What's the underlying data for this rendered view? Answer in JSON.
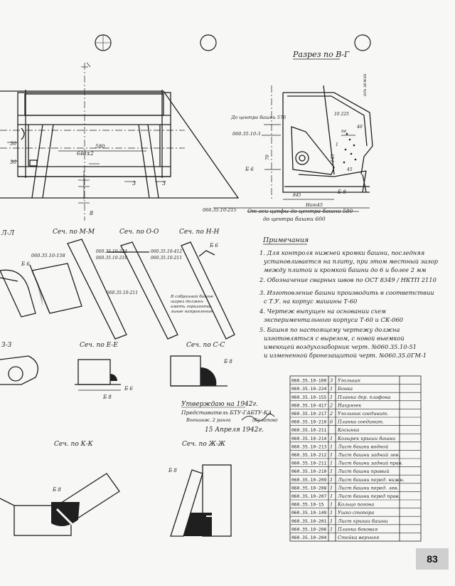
{
  "drawing": {
    "section_bg_title": "Разрез по В-Г",
    "side_label": "ось земли",
    "tower_center_label": "До центра башни 576",
    "part_labels": [
      "060.35.10-3",
      "Б 6",
      "Б 8",
      "060.35.10-215",
      "Б 6",
      "Б 6"
    ],
    "dims": {
      "d580": "580",
      "d640": "640±2",
      "d3a": "3",
      "d3b": "3",
      "d30a": "30",
      "d30b": "30",
      "d8": "8",
      "h_left": "70",
      "d_small": "10 225",
      "d_pe": "пе",
      "d_40": "40",
      "d_1": "1",
      "d_145": "145",
      "d_45": "45",
      "d_845": "845"
    },
    "bottom_lines": [
      "Нот45",
      "От оси цапфы до центра башни 580",
      "до центра башни 600"
    ],
    "sections": {
      "mm": "Сеч. по М-М",
      "oo": "Сеч. по О-О",
      "nn": "Сеч. по Н-Н",
      "ee": "Сеч. по Е-Е",
      "ss": "Сеч. по С-С",
      "kk": "Сеч. по К-К",
      "zhzh": "Сеч. по Ж-Ж",
      "ll": "Л-Л",
      "zz": "З-З"
    },
    "section_labels": {
      "mm_ref": "060.35.10-158",
      "mm_b6": "Б 6",
      "oo_ref1": "060.35.10-224",
      "oo_ref2": "060.35.10-210",
      "nn_ref1": "060.35.10-412",
      "nn_ref2": "060.35.10-211",
      "nn_ref3": "060.35.10-211",
      "nn_b6": "Б 6",
      "nn_note1": "В собранной башне",
      "nn_note2": "шарез должен",
      "nn_note3": "иметь горизонта-",
      "nn_note4": "льное направление",
      "ee_b6": "Б 6",
      "ee_b8": "Б 8",
      "ss_b8": "Б 8",
      "kk_b8": "Б 8",
      "zhzh_b8": "Б 8"
    }
  },
  "notes": {
    "title": "Примечания",
    "lines": [
      "1. Для контроля нижней кромки башни, последняя",
      "установливается на плиту, при этом местный зазор",
      "между плитой и кромкой башни до 6 и более 2 мм",
      "2. Обозначение сварных швов по ОСТ 8349 / НКТП 2110",
      "3. Изготовление башни производить в соответствии",
      "с Т.У. на корпус машины Т-60",
      "4. Чертеж выпущен на основании схем",
      "экспериментального корпуса Т-60 и СК-060",
      "5. Башня по настоящему чертежу должна",
      "изготовляться с вырезом, с новой выемкой",
      "имеющей воздухозаборник черт. №060.35.10-51",
      "и измененной бронезащитой черт. №060.35.0ГМ-1"
    ]
  },
  "approval": {
    "line1": "Утверждаю на 1942г.",
    "line2": "Представитель БТУ-ГАБТУ-КА",
    "line3": "Военинж. 2 ранга",
    "signature": "(Булатов)",
    "date": "15 Апреля 1942г."
  },
  "parts_table": {
    "rows": [
      {
        "code": "060.35.10-100",
        "qty": "3",
        "name": "Уголышк"
      },
      {
        "code": "060.35.10-224",
        "qty": "1",
        "name": "Бонка"
      },
      {
        "code": "060.35.10-155",
        "qty": "1",
        "name": "Планка дер. плафона"
      },
      {
        "code": "060.35.10-417",
        "qty": "2",
        "name": "Нахрягек"
      },
      {
        "code": "060.35.10-217",
        "qty": "2",
        "name": "Угольник соединит."
      },
      {
        "code": "060.35.10-210",
        "qty": "6",
        "name": "Планка соединит."
      },
      {
        "code": "060.35.10-211",
        "qty": "",
        "name": "Косынка"
      },
      {
        "code": "060.35.10-214",
        "qty": "1",
        "name": "Козырек крыши башни"
      },
      {
        "code": "060.35.10-213",
        "qty": "1",
        "name": "Лист башни водной"
      },
      {
        "code": "060.35.10-212",
        "qty": "1",
        "name": "Лист башни задний лев."
      },
      {
        "code": "060.35.10-211",
        "qty": "1",
        "name": "Лист башни задний прав."
      },
      {
        "code": "060.35.10-210",
        "qty": "1",
        "name": "Лист башни правый"
      },
      {
        "code": "060.35.10-209",
        "qty": "1",
        "name": "Лист башни перед. нижн."
      },
      {
        "code": "060.35.10-208",
        "qty": "1",
        "name": "Лист башни перед. лев."
      },
      {
        "code": "060.35.10-207",
        "qty": "1",
        "name": "Лист башни перед прав."
      },
      {
        "code": "060.35.10-15",
        "qty": "1",
        "name": "Кольцо погона"
      },
      {
        "code": "060.35.10-149",
        "qty": "1",
        "name": "Ушко стопора"
      },
      {
        "code": "060.35.10-201",
        "qty": "1",
        "name": "Лист крыши башни"
      },
      {
        "code": "060.35.10-206",
        "qty": "1",
        "name": "Планка боковая"
      },
      {
        "code": "060.35.10-204",
        "qty": "",
        "name": "Стойка верхняя"
      }
    ]
  },
  "page_number": "83"
}
